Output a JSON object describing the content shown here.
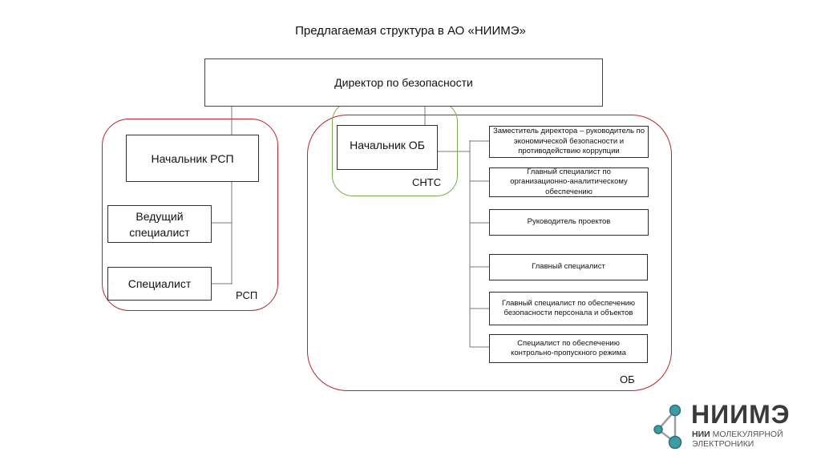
{
  "title": "Предлагаемая структура в АО «НИИМЭ»",
  "director": "Директор по безопасности",
  "groups": {
    "rsp": {
      "label": "РСП",
      "head": "Начальник РСП",
      "members": [
        "Ведущий специалист",
        "Специалист"
      ]
    },
    "sntc": {
      "label": "СНТС",
      "head": "Начальник ОБ"
    },
    "ob": {
      "label": "ОБ",
      "members": [
        "Заместитель директора – руководитель по экономической безопасности и противодействию коррупции",
        "Главный специалист по организационно-аналитическому обеспечению",
        "Руководитель проектов",
        "Главный специалист",
        "Главный специалист по обеспечению безопасности персонала и объектов",
        "Специалист по обеспечению контрольно-пропускного режима"
      ]
    }
  },
  "colors": {
    "group_red": "#b3262e",
    "group_green": "#7aac4f",
    "logo_teal": "#3d9ba3",
    "logo_gray": "#3a3a3a"
  },
  "logo": {
    "icon": "molecule-icon",
    "name": "НИИМЭ",
    "subtitle_bold": "НИИ",
    "subtitle_line1": "МОЛЕКУЛЯРНОЙ",
    "subtitle_line2": "ЭЛЕКТРОНИКИ"
  }
}
